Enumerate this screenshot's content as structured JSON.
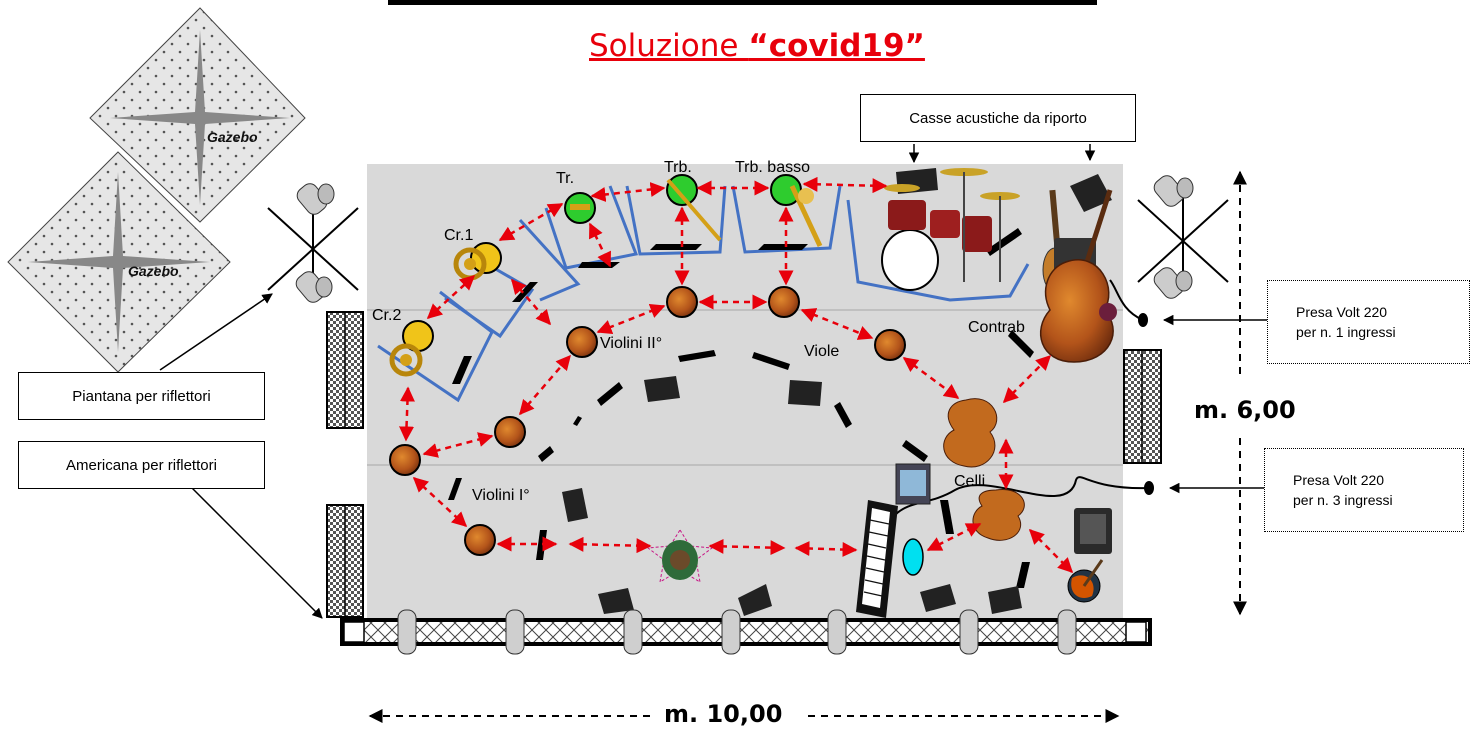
{
  "title": {
    "prefix": "Soluzione ",
    "bold": "“covid19”"
  },
  "colors": {
    "title": "#e8000b",
    "arrows": "#e8000b",
    "panels": "#4472c4",
    "stage": "#d9d9d9"
  },
  "gazebo_label": "Gazebo",
  "callouts": {
    "casse": "Casse acustiche da riporto",
    "piantana": "Piantana per riflettori",
    "americana": "Americana per riflettori",
    "presa1_line1": "Presa Volt 220",
    "presa1_line2": "per n. 1 ingressi",
    "presa3_line1": "Presa Volt 220",
    "presa3_line2": "per n. 3 ingressi"
  },
  "dimensions": {
    "depth": "m. 6,00",
    "width": "m. 10,00"
  },
  "labels": {
    "tr": "Tr.",
    "trb": "Trb.",
    "trb_basso": "Trb. basso",
    "cr1": "Cr.1",
    "cr2": "Cr.2",
    "violini2": "Violini II°",
    "viole": "Viole",
    "contrab": "Contrab",
    "violini1": "Violini I°",
    "celli": "Celli"
  },
  "icons": [
    "gazebo-icon",
    "light-stand-icon",
    "spotlight-icon",
    "drum-kit-icon",
    "horn-icon",
    "trumpet-icon",
    "trombone-icon",
    "violin-icon",
    "cello-icon",
    "double-bass-icon",
    "electric-guitar-icon",
    "bass-guitar-icon",
    "keyboard-icon",
    "monitor-speaker-icon",
    "conductor-icon",
    "amplifier-icon",
    "power-socket-icon",
    "laptop-icon"
  ]
}
